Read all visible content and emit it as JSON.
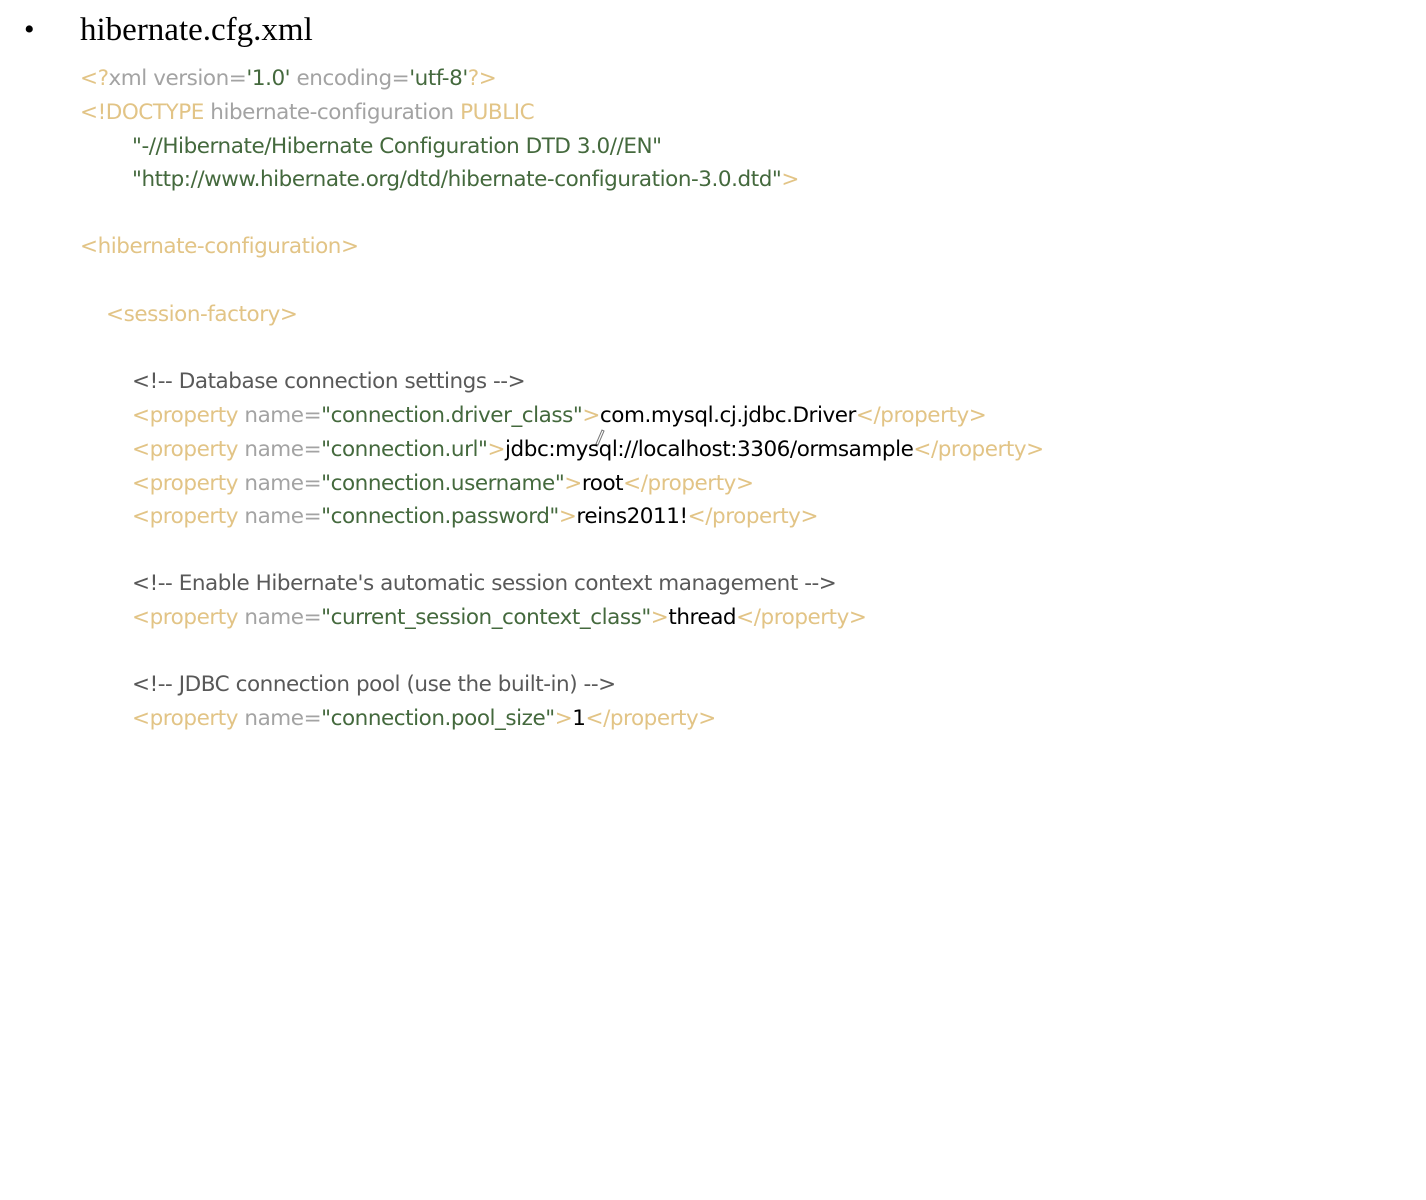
{
  "slide": {
    "bullet": "•",
    "title": "hibernate.cfg.xml"
  },
  "code": {
    "xml_decl": {
      "open": "<?",
      "xml": "xml",
      "version_attr": " version=",
      "version_val": "'1.0'",
      "encoding_attr": " encoding=",
      "encoding_val": "'utf-8'",
      "close": "?>"
    },
    "doctype": {
      "open": "<!DOCTYPE",
      "name": " hibernate-configuration ",
      "public": "PUBLIC"
    },
    "doctype_public_id": "\"-//Hibernate/Hibernate Configuration DTD 3.0//EN\"",
    "doctype_system_id": "\"http://www.hibernate.org/dtd/hibernate-configuration-3.0.dtd\"",
    "doctype_end": ">",
    "root_open": "<hibernate-configuration>",
    "session_open": "<session-factory>",
    "comments": {
      "db": "<!-- Database connection settings -->",
      "context": "<!-- Enable Hibernate's automatic session context management -->",
      "pool": "<!-- JDBC connection pool (use the built-in) -->"
    },
    "property_open": "<property",
    "name_attr": " name=",
    "tag_close": ">",
    "property_close": "</property>",
    "properties": [
      {
        "name": "\"connection.driver_class\"",
        "value": "com.mysql.cj.jdbc.Driver"
      },
      {
        "name": "\"connection.url\"",
        "value": "jdbc:mysql://localhost:3306/ormsample"
      },
      {
        "name": "\"connection.username\"",
        "value": "root"
      },
      {
        "name": "\"connection.password\"",
        "value": "reins2011!"
      },
      {
        "name": "\"current_session_context_class\"",
        "value": "thread"
      },
      {
        "name": "\"connection.pool_size\"",
        "value": "1"
      }
    ]
  }
}
